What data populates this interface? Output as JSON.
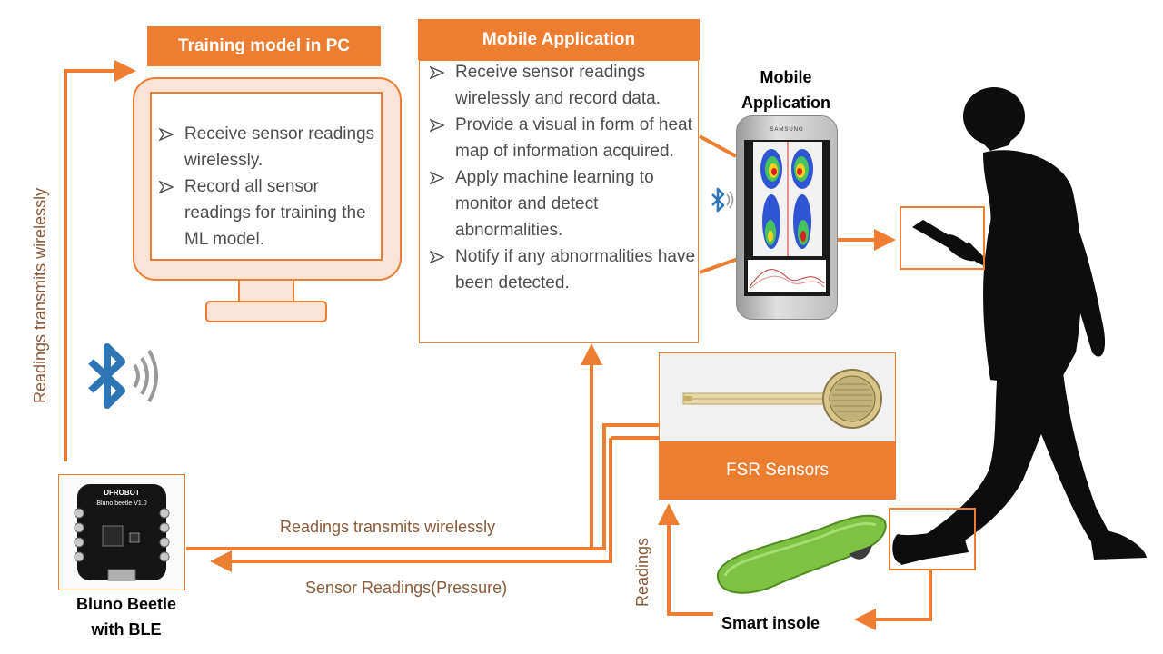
{
  "colors": {
    "accent": "#ED7D31",
    "monitor_fill": "#FBE3D6",
    "bluetooth": "#2E75B6",
    "label_text": "#8A5A3A",
    "body_text": "#4D4D4D",
    "insole_green": "#7DC242"
  },
  "training": {
    "title": "Training model in PC",
    "bullets": [
      "Receive sensor readings wirelessly.",
      "Record all sensor readings for training the ML model."
    ]
  },
  "mobile_app": {
    "title": "Mobile Application",
    "bullets": [
      "Receive sensor readings wirelessly and record data.",
      "Provide a visual in form of heat map of information acquired.",
      "Apply machine learning to monitor and detect abnormalities.",
      "Notify if any abnormalities have been detected."
    ]
  },
  "phone": {
    "label": "Mobile Application",
    "brand": "SAMSUNG"
  },
  "fsr": {
    "label": "FSR Sensors"
  },
  "insole": {
    "label": "Smart insole"
  },
  "bluno": {
    "label": "Bluno Beetle with BLE",
    "board_title": "Bluno beetle V1.0",
    "board_brand": "DFROBOT"
  },
  "arrows": {
    "left_vertical": "Readings transmits wirelessly",
    "bottom_top": "Readings transmits wirelessly",
    "bottom_bottom": "Sensor Readings(Pressure)",
    "insole_to_fsr": "Readings"
  },
  "icons": [
    "bluetooth-icon",
    "bluetooth-small-icon",
    "bullet-arrow-icon",
    "walking-person-silhouette"
  ]
}
